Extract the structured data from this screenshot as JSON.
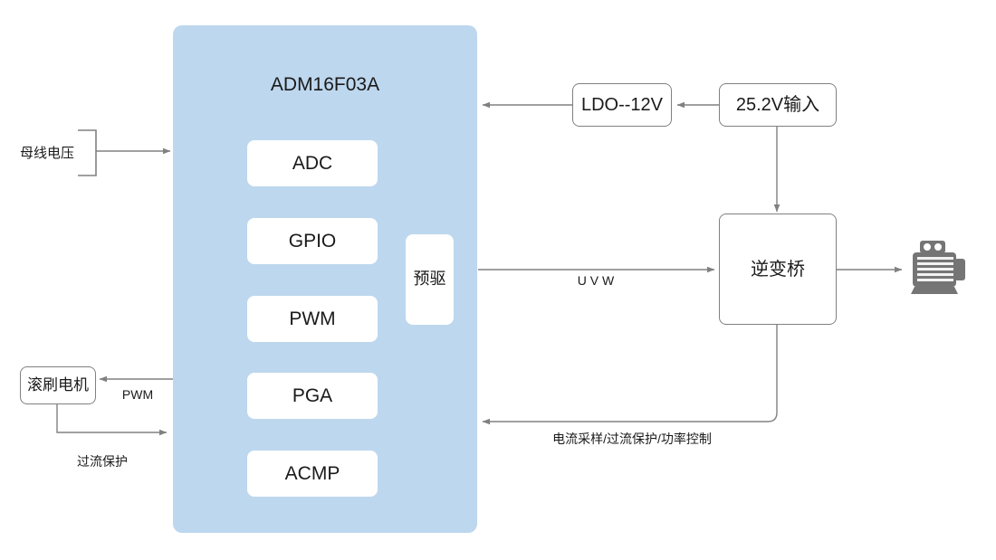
{
  "diagram": {
    "title_block": {
      "label": "ADM16F03A",
      "accent_color": "#bdd7ee"
    },
    "ip_blocks": [
      {
        "label": "ADC"
      },
      {
        "label": "GPIO"
      },
      {
        "label": "PWM"
      },
      {
        "label": "PGA"
      },
      {
        "label": "ACMP"
      }
    ],
    "predriver": {
      "label": "预驱"
    },
    "power": {
      "ldo": "LDO--12V",
      "supply": "25.2V输入"
    },
    "inverter": {
      "label": "逆变桥"
    },
    "motor_icon": {
      "name": "electric-motor-icon",
      "color": "#757575"
    },
    "roller_motor": {
      "label": "滚刷电机"
    },
    "labels": {
      "bus_voltage": "母线电压",
      "pwm": "PWM",
      "overcurrent": "过流保护",
      "uvw": "U V W",
      "feedback": "电流采样/过流保护/功率控制"
    },
    "line_color": "#808080"
  }
}
